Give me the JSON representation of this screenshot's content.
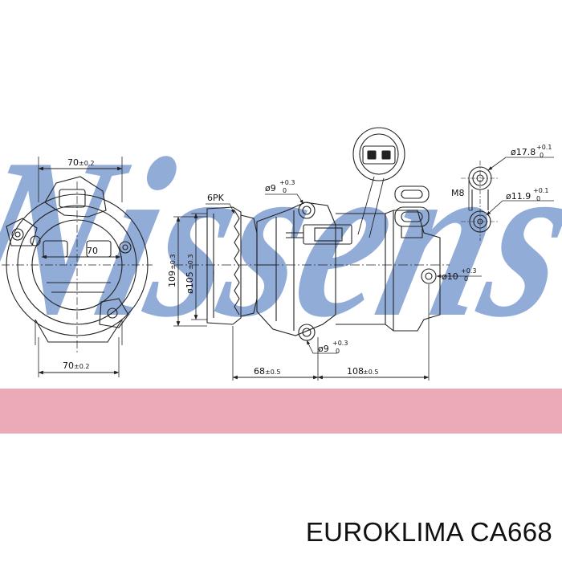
{
  "watermark": {
    "brand": "Nissens",
    "color": "#7f9ed1"
  },
  "band_color": "#e8a2ae",
  "line_color": "#222222",
  "dimensions": {
    "width_top": {
      "label": "70",
      "tol": "±0.2"
    },
    "width_bottom": {
      "label": "70",
      "tol": "±0.2"
    },
    "inner_width": {
      "label": "70"
    },
    "pulley_type": {
      "label": "6PK"
    },
    "height_109": {
      "label": "109",
      "tol": "±0.3"
    },
    "pulley_dia": {
      "label": "ø105",
      "tol": "±0.3"
    },
    "hole_top": {
      "label": "ø9",
      "sup": "+0.3",
      "sub": "0"
    },
    "hole_bottom": {
      "label": "ø9",
      "sup": "+0.3",
      "sub": "0"
    },
    "hole_side": {
      "label": "ø10",
      "sup": "+0.3",
      "sub": "0"
    },
    "length_68": {
      "label": "68",
      "tol": "±0.5"
    },
    "length_108": {
      "label": "108",
      "tol": "±0.5"
    },
    "port_large": {
      "label": "ø17.8",
      "sup": "+0.1",
      "sub": "0"
    },
    "port_small": {
      "label": "ø11.9",
      "sup": "+0.1",
      "sub": "0"
    },
    "thread": {
      "label": "M8"
    }
  },
  "caption": "EUROKLIMA CA668"
}
